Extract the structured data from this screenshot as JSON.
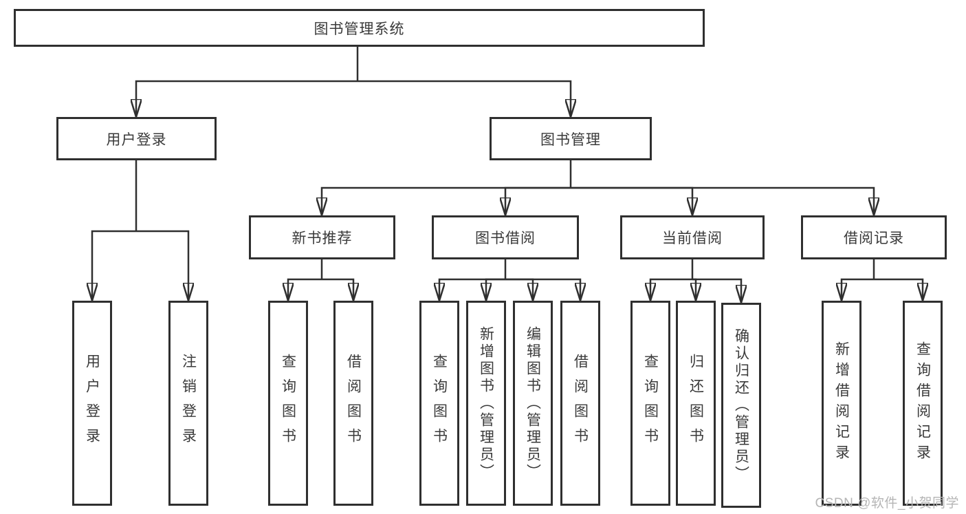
{
  "diagram": {
    "type": "hierarchy-tree",
    "colors": {
      "line": "#2f2f2f",
      "border": "#2f2f2f",
      "text": "#3a3a3a",
      "background": "#ffffff",
      "watermark": "#b5b5b5"
    },
    "watermark": "CSDN @软件_小贺同学",
    "nodes": {
      "root": {
        "label": "图书管理系统"
      },
      "user_login": {
        "label": "用户登录"
      },
      "book_management": {
        "label": "图书管理"
      },
      "new_book_recommend": {
        "label": "新书推荐"
      },
      "book_borrow": {
        "label": "图书借阅"
      },
      "current_borrow": {
        "label": "当前借阅"
      },
      "borrow_record": {
        "label": "借阅记录"
      },
      "user_login_leaf": {
        "label": "用户登录"
      },
      "logout": {
        "label": "注销登录"
      },
      "query_book_recommend": {
        "label": "查询图书"
      },
      "borrow_book_recommend": {
        "label": "借阅图书"
      },
      "query_book_borrow": {
        "label": "查询图书"
      },
      "add_book_admin": {
        "label": "新增图书（管理员）"
      },
      "edit_book_admin": {
        "label": "编辑图书（管理员）"
      },
      "borrow_book_leaf": {
        "label": "借阅图书"
      },
      "query_book_current": {
        "label": "查询图书"
      },
      "return_book": {
        "label": "归还图书"
      },
      "confirm_return_admin": {
        "label": "确认归还（管理员）"
      },
      "add_borrow_record": {
        "label": "新增借阅记录"
      },
      "query_borrow_record": {
        "label": "查询借阅记录"
      }
    },
    "hierarchy": {
      "root": [
        "user_login",
        "book_management"
      ],
      "user_login": [
        "user_login_leaf",
        "logout"
      ],
      "book_management": [
        "new_book_recommend",
        "book_borrow",
        "current_borrow",
        "borrow_record"
      ],
      "new_book_recommend": [
        "query_book_recommend",
        "borrow_book_recommend"
      ],
      "book_borrow": [
        "query_book_borrow",
        "add_book_admin",
        "edit_book_admin",
        "borrow_book_leaf"
      ],
      "current_borrow": [
        "query_book_current",
        "return_book",
        "confirm_return_admin"
      ],
      "borrow_record": [
        "add_borrow_record",
        "query_borrow_record"
      ]
    }
  }
}
